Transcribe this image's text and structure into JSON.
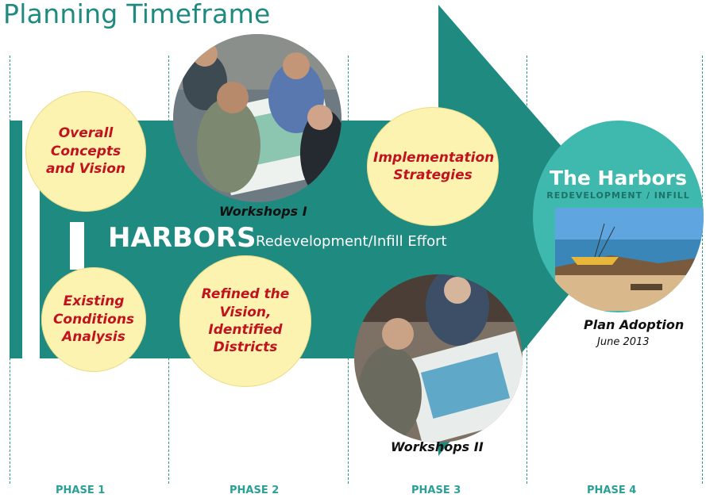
{
  "title": "Planning Timeframe",
  "phases": [
    "PHASE 1",
    "PHASE 2",
    "PHASE 3",
    "PHASE 4"
  ],
  "arrow_label": {
    "main": "HARBORS",
    "sub": "Redevelopment/Infill Effort"
  },
  "steps": {
    "overall": "Overall Concepts and Vision",
    "existing": "Existing Conditions Analysis",
    "refined": "Refined the Vision, Identified Districts",
    "implementation": "Implementation Strategies"
  },
  "workshops": {
    "one": "Workshops I",
    "two": "Workshops II"
  },
  "adoption": {
    "cover_title": "The Harbors",
    "cover_subtitle": "REDEVELOPMENT / INFILL",
    "label": "Plan Adoption",
    "date": "June 2013"
  },
  "colors": {
    "teal": "#1e8a80",
    "dark_teal": "#1a7d74",
    "circle_fill": "#fdf3b0",
    "circle_text": "#c1121f"
  }
}
